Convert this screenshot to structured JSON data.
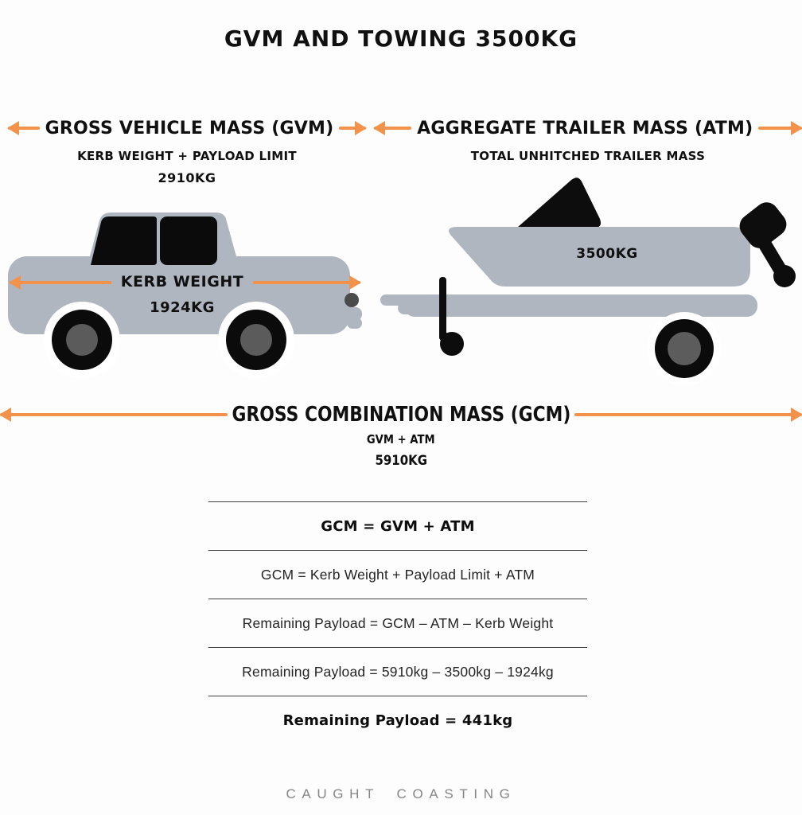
{
  "title": "GVM AND TOWING 3500KG",
  "colors": {
    "accent_orange": "#F2924B",
    "vehicle_gray": "#B0B6C0",
    "ink_black": "#101010",
    "wheel_hub_gray": "#5B5B5B",
    "table_line": "#3F3F3F",
    "footer_gray": "#868686"
  },
  "gvm_section": {
    "heading": "GROSS VEHICLE MASS (GVM)",
    "subheading": "KERB WEIGHT + PAYLOAD LIMIT",
    "value": "2910KG"
  },
  "atm_section": {
    "heading": "AGGREGATE TRAILER MASS (ATM)",
    "subheading": "TOTAL UNHITCHED TRAILER MASS"
  },
  "truck": {
    "kerb_label": "KERB WEIGHT",
    "kerb_value": "1924KG"
  },
  "trailer": {
    "atm_value": "3500KG"
  },
  "gcm_section": {
    "heading": "GROSS COMBINATION MASS (GCM)",
    "subheading": "GVM + ATM",
    "value": "5910KG"
  },
  "formula_table": {
    "rows": [
      {
        "text": "GCM = GVM + ATM",
        "bold": true
      },
      {
        "text": "GCM = Kerb Weight + Payload Limit + ATM",
        "bold": false
      },
      {
        "text": "Remaining Payload = GCM – ATM – Kerb Weight",
        "bold": false
      },
      {
        "text": "Remaining Payload = 5910kg – 3500kg – 1924kg",
        "bold": false
      },
      {
        "text": "Remaining Payload = 441kg",
        "bold": true
      }
    ]
  },
  "footer": {
    "brand": "CAUGHT COASTING"
  }
}
